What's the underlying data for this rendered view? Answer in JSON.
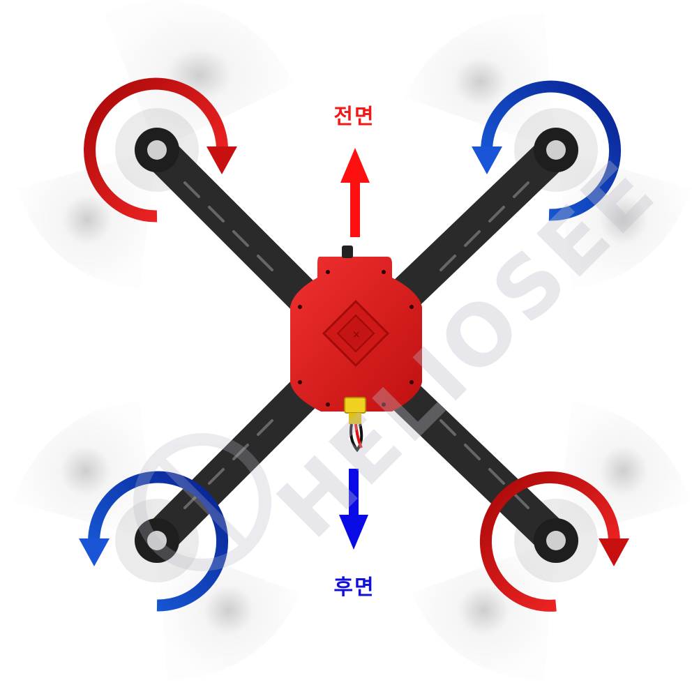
{
  "labels": {
    "front": "전면",
    "back": "후면"
  },
  "watermark": {
    "text": "HELIOSEE"
  },
  "rotation": {
    "front_left": "clockwise",
    "front_right": "counterclockwise",
    "rear_left": "counterclockwise",
    "rear_right": "clockwise"
  },
  "colors": {
    "frame_body": "#e21a1a",
    "arms": "#2a2a2a",
    "clockwise_arrow": "#c81010",
    "counterclockwise_arrow": "#0a2fb8",
    "front_arrow": "#ff1010",
    "back_arrow": "#0a0ae6"
  }
}
